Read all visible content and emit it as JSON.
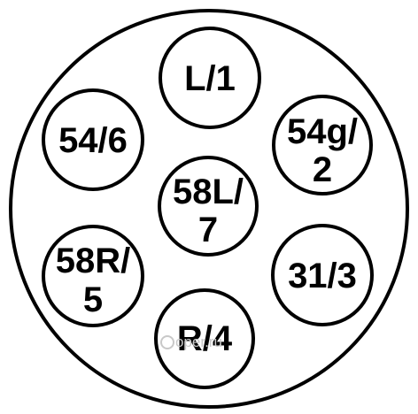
{
  "diagram": {
    "outline_color": "#000000",
    "background_color": "#ffffff",
    "pins": [
      {
        "id": "pin-1",
        "lines": [
          "L/1"
        ]
      },
      {
        "id": "pin-2",
        "lines": [
          "54g/",
          "2"
        ]
      },
      {
        "id": "pin-3",
        "lines": [
          "31/3"
        ]
      },
      {
        "id": "pin-4",
        "lines": [
          "R/4"
        ]
      },
      {
        "id": "pin-5",
        "lines": [
          "58R/",
          "5"
        ]
      },
      {
        "id": "pin-6",
        "lines": [
          "54/6"
        ]
      },
      {
        "id": "pin-7",
        "lines": [
          "58L/",
          "7"
        ]
      }
    ],
    "watermark": {
      "text": "oper.ru",
      "color": "#c8c8c8"
    }
  }
}
